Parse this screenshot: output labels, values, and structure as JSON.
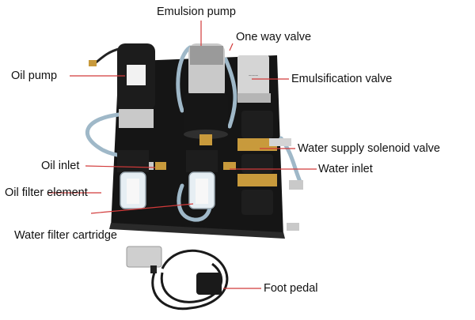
{
  "labels": {
    "emulsion_pump": "Emulsion pump",
    "one_way_valve": "One way valve",
    "oil_pump": "Oil pump",
    "emulsification_valve": "Emulsification valve",
    "water_supply_solenoid_valve": "Water supply solenoid valve",
    "oil_inlet": "Oil inlet",
    "water_inlet": "Water inlet",
    "oil_filter_element": "Oil filter element",
    "water_filter_cartridge": "Water filter cartridge",
    "foot_pedal": "Foot pedal"
  },
  "colors": {
    "leader_line": "#d23a3a",
    "frame": "#151515",
    "hose": "#9fb8c8",
    "brass": "#c89a3c",
    "steel": "#c9c9c9"
  }
}
